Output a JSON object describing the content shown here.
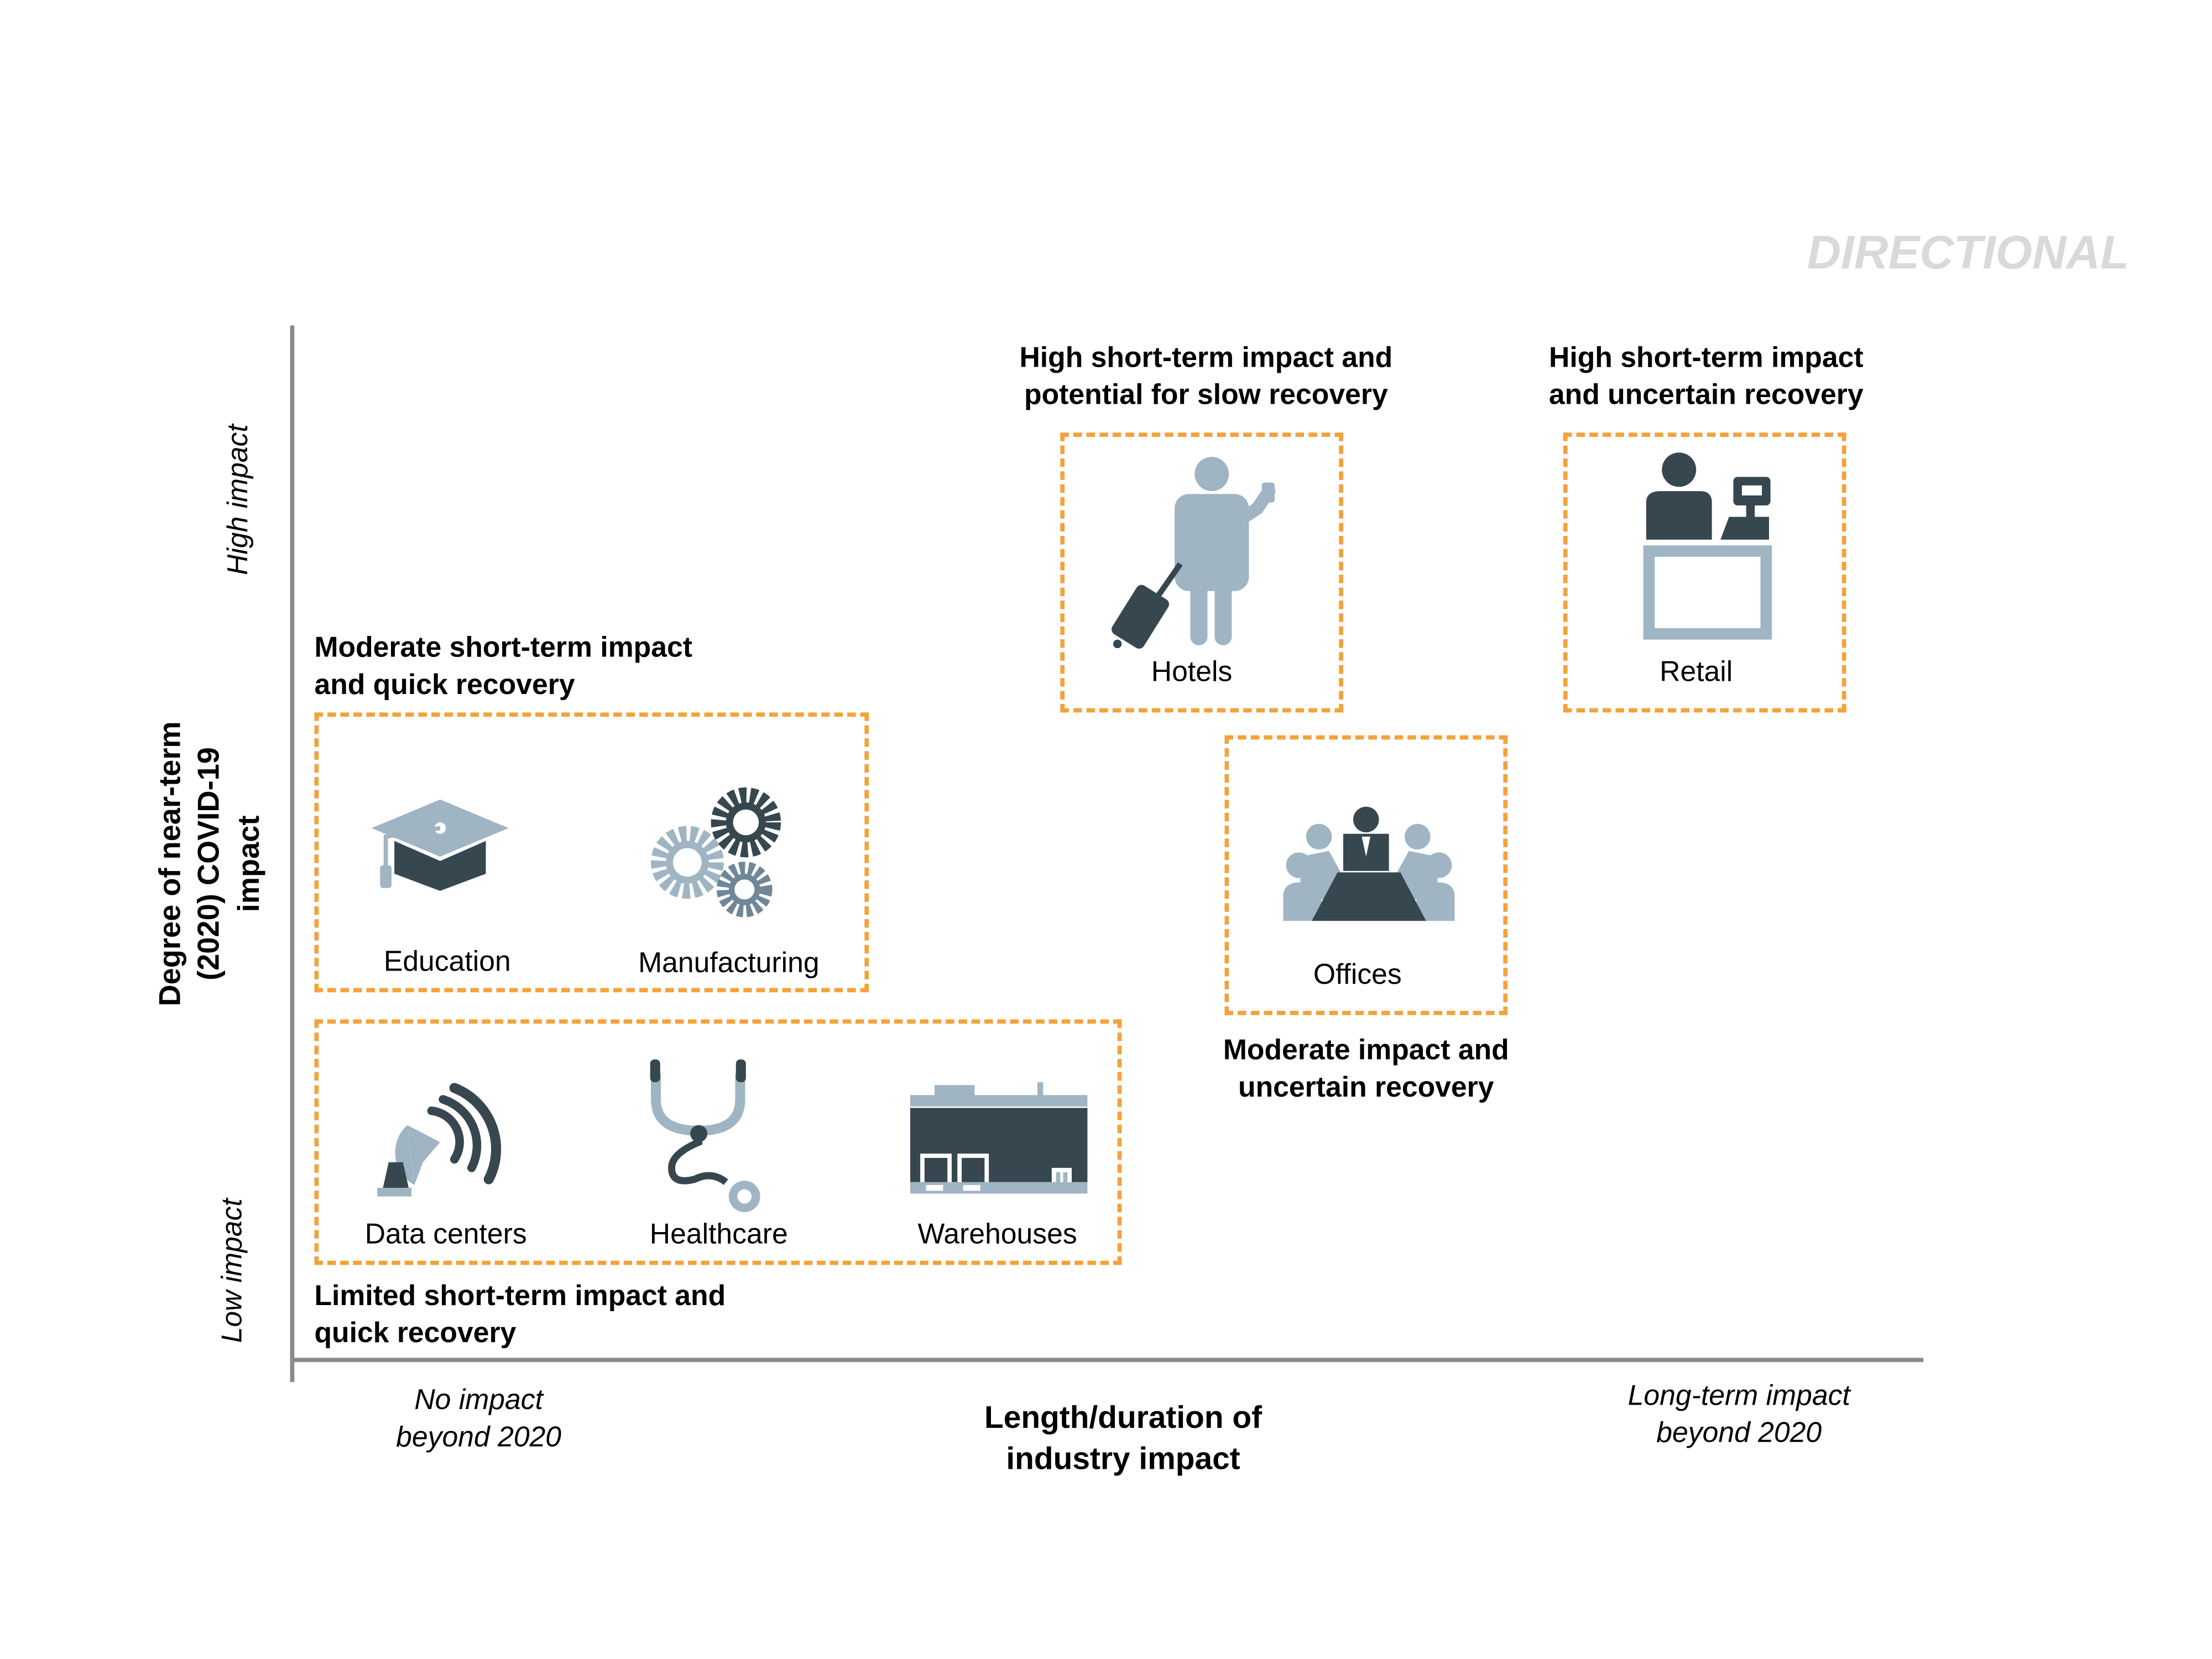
{
  "watermark": "DIRECTIONAL",
  "y_axis": {
    "title": "Degree of near-term (2020) COVID-19 impact",
    "title_lines": [
      "Degree of near-term",
      "(2020) COVID-19",
      "impact"
    ],
    "high_label": "High impact",
    "low_label": "Low impact"
  },
  "x_axis": {
    "title_lines": [
      "Length/duration of",
      "industry impact"
    ],
    "left_label_lines": [
      "No impact",
      "beyond 2020"
    ],
    "right_label_lines": [
      "Long-term impact",
      "beyond 2020"
    ]
  },
  "groups": {
    "hotels_group": {
      "label_lines": [
        "High short-term impact and",
        "potential for slow recovery"
      ]
    },
    "retail_group": {
      "label_lines": [
        "High short-term impact",
        "and uncertain recovery"
      ]
    },
    "moderate_quick": {
      "label_lines": [
        "Moderate short-term impact",
        "and quick recovery"
      ]
    },
    "moderate_uncertain": {
      "label_lines": [
        "Moderate impact and",
        "uncertain recovery"
      ]
    },
    "limited_quick": {
      "label_lines": [
        "Limited short-term impact and",
        "quick recovery"
      ]
    }
  },
  "sectors": {
    "hotels": {
      "label": "Hotels",
      "icon": "traveler-with-suitcase-icon"
    },
    "retail": {
      "label": "Retail",
      "icon": "cashier-counter-icon"
    },
    "offices": {
      "label": "Offices",
      "icon": "meeting-table-icon"
    },
    "education": {
      "label": "Education",
      "icon": "graduation-cap-icon"
    },
    "manufacturing": {
      "label": "Manufacturing",
      "icon": "gears-icon"
    },
    "data_centers": {
      "label": "Data centers",
      "icon": "satellite-dish-icon"
    },
    "healthcare": {
      "label": "Healthcare",
      "icon": "stethoscope-icon"
    },
    "warehouses": {
      "label": "Warehouses",
      "icon": "warehouse-building-icon"
    }
  },
  "colors": {
    "dashed_border": "#f4a23c",
    "icon_dark": "#37474f",
    "icon_light": "#9fb5c4",
    "axis": "#8a8a8a",
    "watermark": "#d9d9d9"
  }
}
